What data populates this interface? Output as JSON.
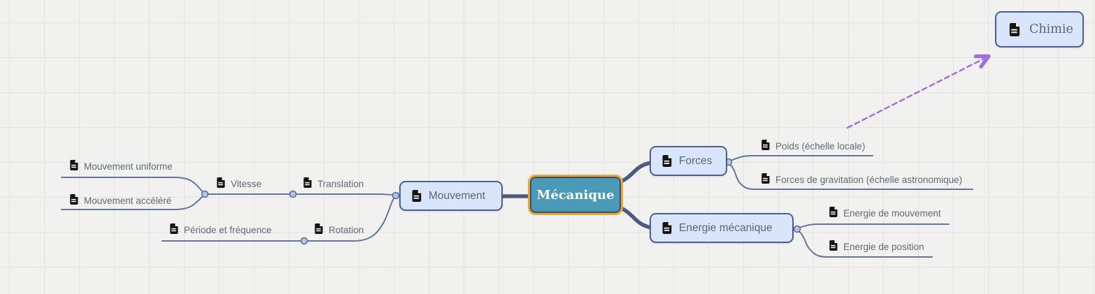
{
  "app": {
    "type": "mindmap-canvas"
  },
  "palette": {
    "background": "#f1f1ef",
    "grid_line": "#e4e4e1",
    "node_fill": "#d9e5fb",
    "node_border": "#4d5e91",
    "node_text": "#5e6672",
    "leaf_text": "#5f6a75",
    "connector_line": "#66759b",
    "branch_line": "#4d5b7e",
    "root_fill": "#4a99b7",
    "root_border": "#eaa636",
    "root_inner_border": "#3d4d68",
    "root_text": "#ffffff",
    "relation_arrow": "#9d6fe0",
    "icon_color": "#141414"
  },
  "root": {
    "label": "Mécanique"
  },
  "nodes": {
    "mouvement": {
      "label": "Mouvement",
      "icon": "document-icon"
    },
    "forces": {
      "label": "Forces",
      "icon": "document-icon"
    },
    "energie": {
      "label": "Energie mécanique",
      "icon": "document-icon"
    },
    "chimie": {
      "label": "Chimie",
      "icon": "document-icon"
    }
  },
  "leaves": {
    "mouvement_uniforme": {
      "label": "Mouvement uniforme",
      "icon": "document-icon"
    },
    "mouvement_accelere": {
      "label": "Mouvement accéléré",
      "icon": "document-icon"
    },
    "vitesse": {
      "label": "Vitesse",
      "icon": "document-icon"
    },
    "translation": {
      "label": "Translation",
      "icon": "document-icon"
    },
    "periode_frequence": {
      "label": "Période et fréquence",
      "icon": "document-icon"
    },
    "rotation": {
      "label": "Rotation",
      "icon": "document-icon"
    },
    "poids": {
      "label": "Poids (échelle locale)",
      "icon": "document-icon"
    },
    "gravitation": {
      "label": "Forces de gravitation (échelle astronomique)",
      "icon": "document-icon"
    },
    "energie_mouvement": {
      "label": "Energie de mouvement",
      "icon": "document-icon"
    },
    "energie_position": {
      "label": "Energie de position",
      "icon": "document-icon"
    }
  },
  "relations": [
    {
      "from": "canvas",
      "to": "chimie",
      "style": "dashed-arrow"
    }
  ]
}
